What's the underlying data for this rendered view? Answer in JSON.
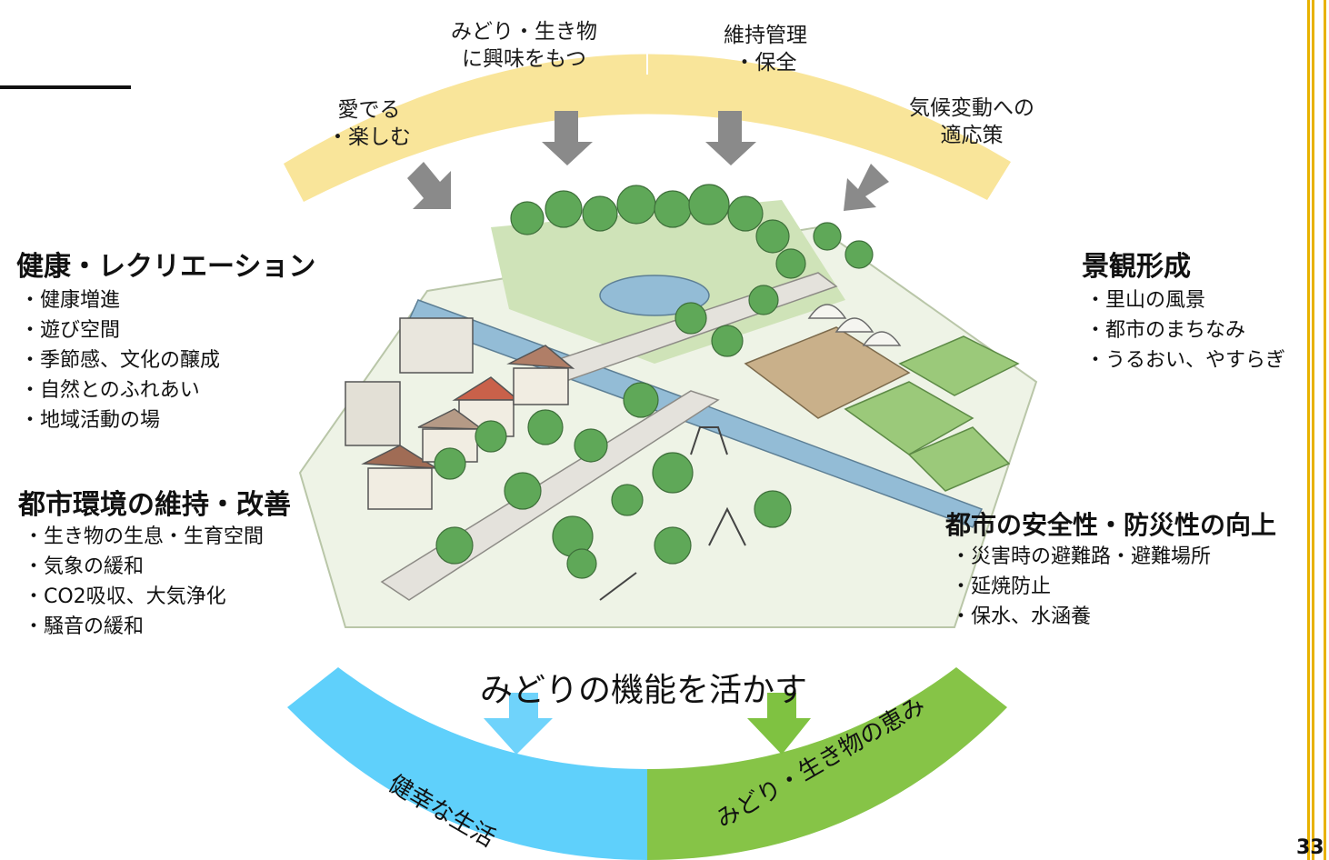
{
  "top_arc": {
    "label_left": [
      "愛でる",
      "・楽しむ"
    ],
    "label_center_left": [
      "みどり・生き物",
      "に興味をもつ"
    ],
    "label_center_right": [
      "維持管理",
      "・保全"
    ],
    "label_right": [
      "気候変動への",
      "適応策"
    ]
  },
  "left_sections": [
    {
      "title": "健康・レクリエーション",
      "items": [
        "・健康増進",
        "・遊び空間",
        "・季節感、文化の醸成",
        "・自然とのふれあい",
        "・地域活動の場"
      ]
    },
    {
      "title": "都市環境の維持・改善",
      "items": [
        "・生き物の生息・生育空間",
        "・気象の緩和",
        "・CO2吸収、大気浄化",
        "・騒音の緩和"
      ]
    }
  ],
  "right_sections": [
    {
      "title": "景観形成",
      "items": [
        "・里山の風景",
        "・都市のまちなみ",
        "・うるおい、やすらぎ"
      ]
    },
    {
      "title": "都市の安全性・防災性の向上",
      "items": [
        "・災害時の避難路・避難場所",
        "・延焼防止",
        "・保水、水涵養"
      ]
    }
  ],
  "center_title": "みどりの機能を活かす",
  "bottom_arc": {
    "left_label": "健幸な生活",
    "right_label": "みどり・生き物の恵み"
  },
  "page_number": "33",
  "colors": {
    "top_arc": "#f9e59a",
    "bottom_left_arc": "#5fd0fb",
    "bottom_right_arc": "#86c447",
    "arrow_gray": "#8a8a8a",
    "arrow_blue": "#6fd3fb",
    "arrow_green": "#7fc241",
    "border_gold": "#e8b200",
    "grass": "#9bc97a",
    "tree": "#5fa858",
    "water": "#93bcd6",
    "field": "#c9b08a"
  },
  "icons": {
    "arrows": "down-arrow-icon",
    "illustration": "park-landscape-illustration"
  }
}
